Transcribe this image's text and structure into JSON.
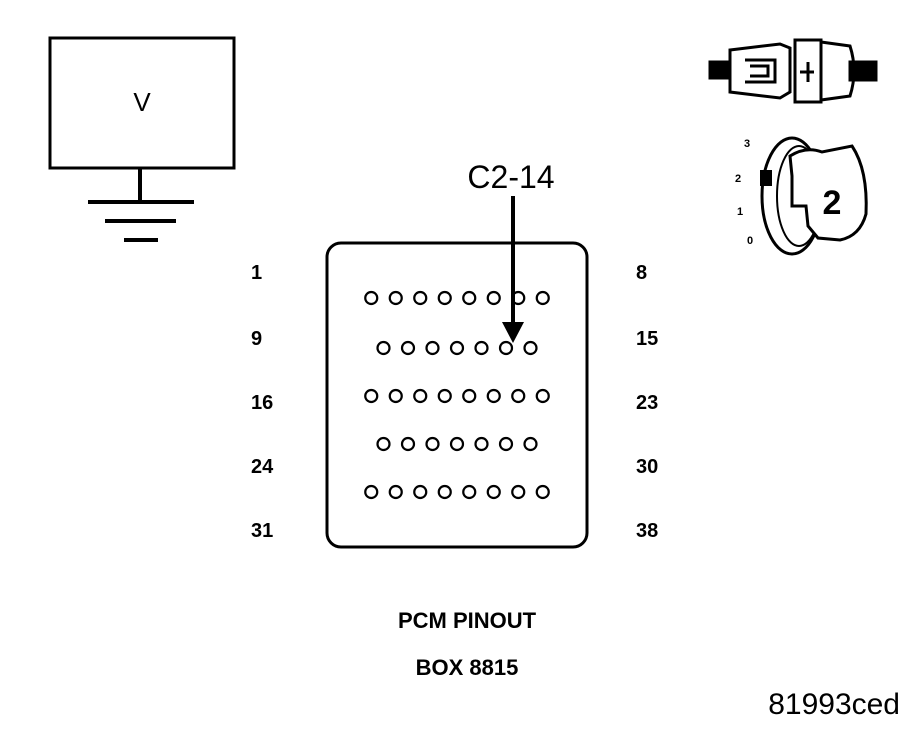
{
  "voltmeter": {
    "symbol": "V"
  },
  "callout": {
    "pin_label": "C2-14"
  },
  "connector": {
    "rows": [
      {
        "left": "1",
        "right": "8",
        "pins": 8
      },
      {
        "left": "9",
        "right": "15",
        "pins": 7
      },
      {
        "left": "16",
        "right": "23",
        "pins": 8
      },
      {
        "left": "24",
        "right": "30",
        "pins": 7
      },
      {
        "left": "31",
        "right": "38",
        "pins": 8
      }
    ],
    "highlighted_pin": 14
  },
  "ignition_switch": {
    "positions": [
      "3",
      "2",
      "1",
      "0"
    ],
    "selected": "2"
  },
  "caption": {
    "line1": "PCM PINOUT",
    "line2": "BOX 8815"
  },
  "figure_id": "81993ced"
}
